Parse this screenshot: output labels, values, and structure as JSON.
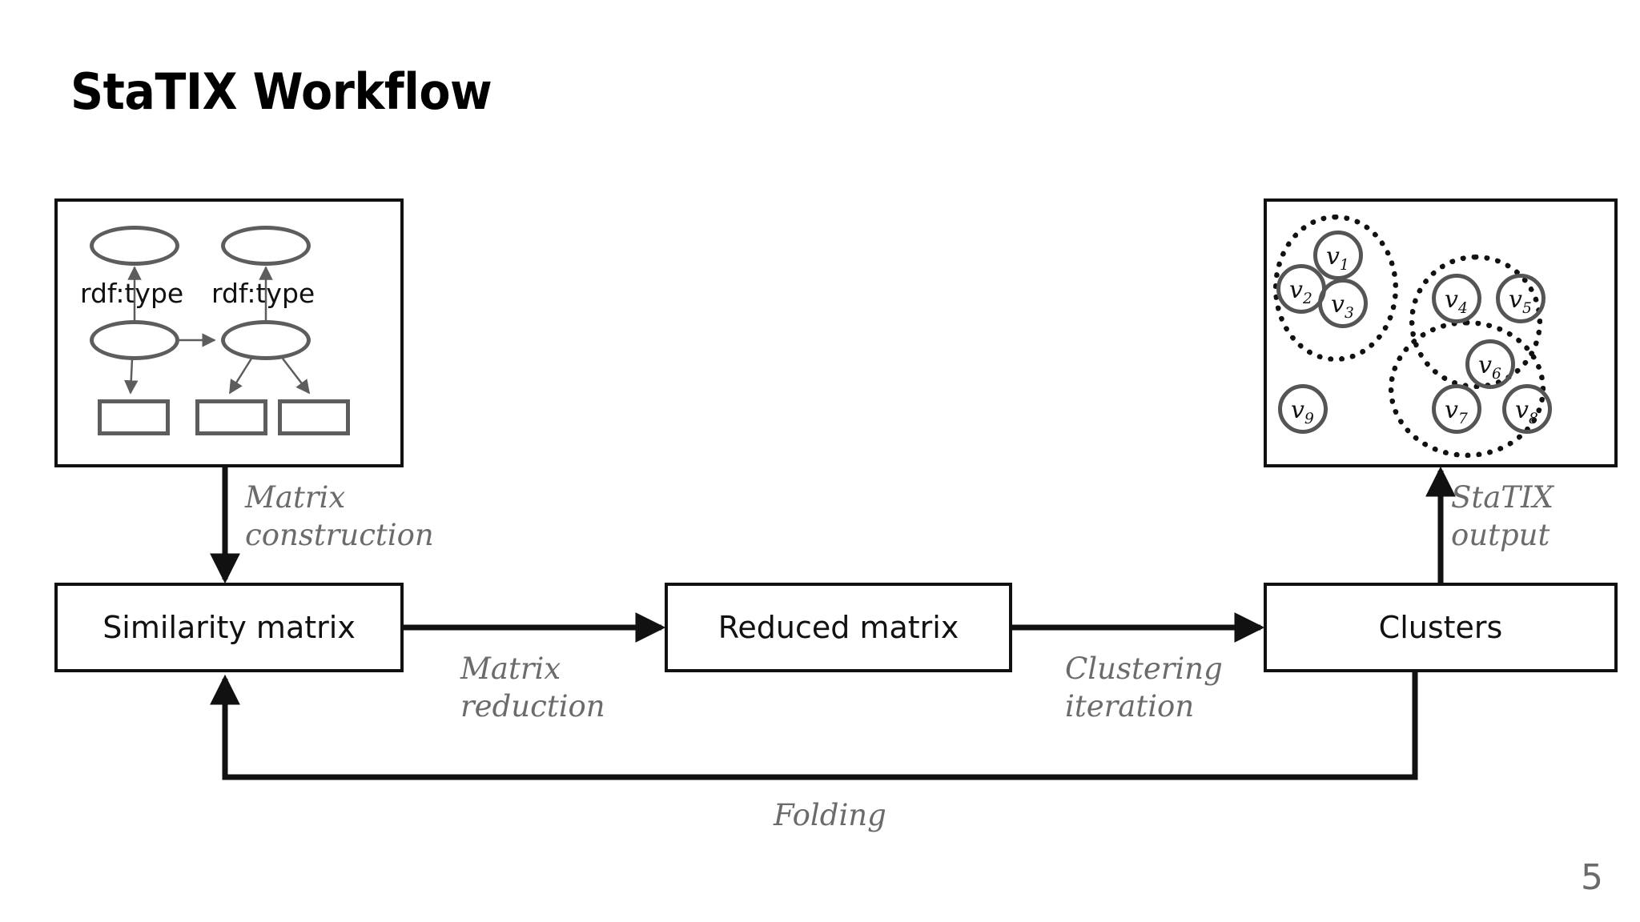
{
  "slide": {
    "title": "StaTIX Workflow",
    "page_number": "5",
    "accent_gray": "#6b6b6b",
    "line_black": "#111111",
    "shape_gray": "#5d5d5d"
  },
  "rdf_panel": {
    "name": "RDF instance graph",
    "predicate_labels": [
      "rdf:type",
      "rdf:type"
    ],
    "ellipse_count": 4,
    "literal_rect_count": 3
  },
  "clusters_panel": {
    "name": "Clustered instances",
    "nodes": [
      {
        "id": "v1",
        "letter": "v",
        "index": "1"
      },
      {
        "id": "v2",
        "letter": "v",
        "index": "2"
      },
      {
        "id": "v3",
        "letter": "v",
        "index": "3"
      },
      {
        "id": "v4",
        "letter": "v",
        "index": "4"
      },
      {
        "id": "v5",
        "letter": "v",
        "index": "5"
      },
      {
        "id": "v6",
        "letter": "v",
        "index": "6"
      },
      {
        "id": "v7",
        "letter": "v",
        "index": "7"
      },
      {
        "id": "v8",
        "letter": "v",
        "index": "8"
      },
      {
        "id": "v9",
        "letter": "v",
        "index": "9"
      }
    ],
    "clusters": [
      {
        "id": "cluster-a",
        "members": [
          "v1",
          "v2",
          "v3"
        ]
      },
      {
        "id": "cluster-b",
        "members": [
          "v4",
          "v5",
          "v6"
        ]
      },
      {
        "id": "cluster-c",
        "members": [
          "v6",
          "v7",
          "v8"
        ]
      }
    ],
    "unclustered": [
      "v9"
    ]
  },
  "pipeline": {
    "stages": [
      {
        "id": "similarity-matrix",
        "label": "Similarity matrix"
      },
      {
        "id": "reduced-matrix",
        "label": "Reduced matrix"
      },
      {
        "id": "clusters",
        "label": "Clusters"
      }
    ],
    "edges": [
      {
        "id": "matrix-construction",
        "label": "Matrix\nconstruction"
      },
      {
        "id": "matrix-reduction",
        "label": "Matrix\nreduction"
      },
      {
        "id": "clustering-iteration",
        "label": "Clustering\niteration"
      },
      {
        "id": "statix-output",
        "label": "StaTIX\noutput"
      },
      {
        "id": "folding",
        "label": "Folding"
      }
    ]
  }
}
